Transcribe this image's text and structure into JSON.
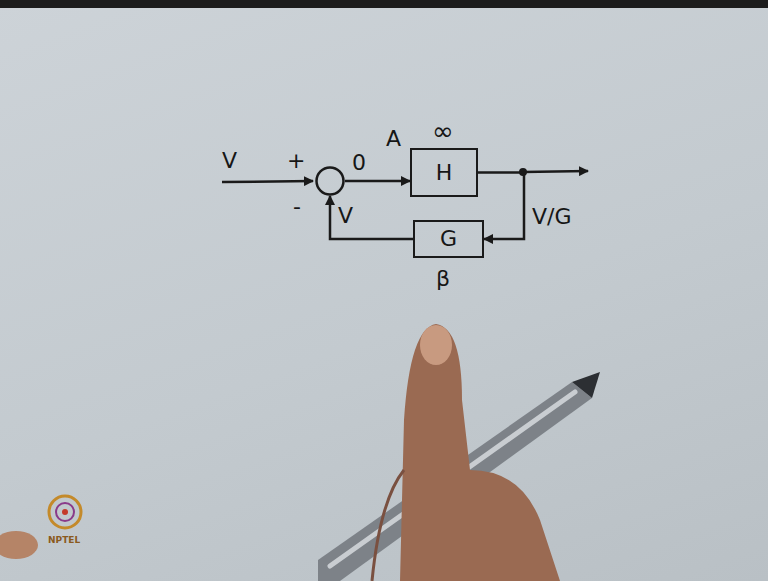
{
  "diagram": {
    "nodes": [
      {
        "text": [
          "+",
          "-"
        ]
      },
      {
        "text": [
          "H"
        ]
      },
      {
        "text": [
          "G"
        ]
      }
    ],
    "edges": [
      {
        "from": 0,
        "to": 1,
        "label": "0",
        "arrow": "to"
      },
      {
        "from": 1,
        "to": 2,
        "label": "V/G",
        "arrow": "to"
      },
      {
        "from": 2,
        "to": 0,
        "label": "V",
        "arrow": "to"
      }
    ],
    "labels": [
      "V",
      "A",
      "∞",
      "β",
      "NPTEL"
    ]
  }
}
